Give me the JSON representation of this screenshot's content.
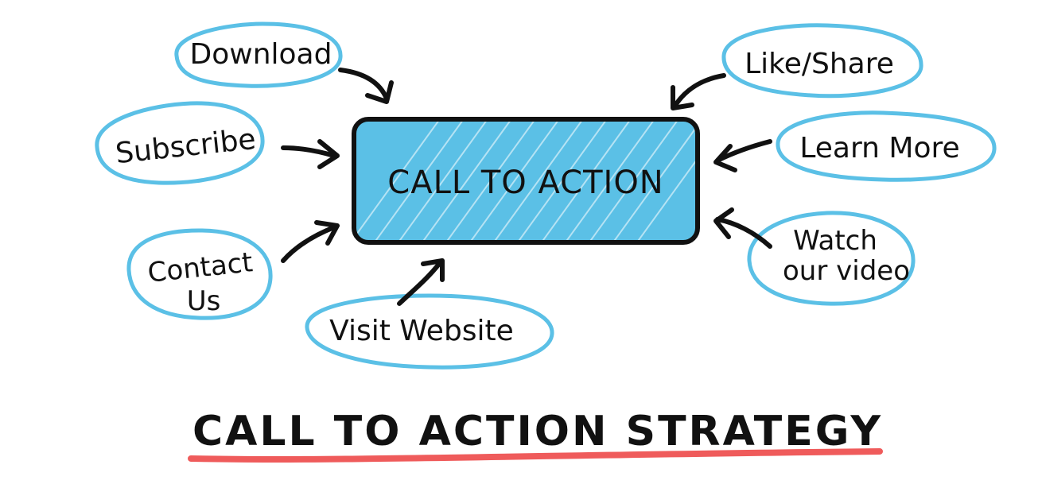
{
  "center": {
    "label": "CALL TO ACTION"
  },
  "nodes": {
    "download": "Download",
    "like_share": "Like/Share",
    "subscribe": "Subscribe",
    "learn_more": "Learn More",
    "contact_us_line1": "Contact",
    "contact_us_line2": "Us",
    "watch_video_line1": "Watch",
    "watch_video_line2": "our video",
    "visit_website": "Visit Website"
  },
  "title": "CALL TO ACTION STRATEGY",
  "colors": {
    "oval_stroke": "#5bc0e6",
    "center_fill": "#5bc0e6",
    "underline": "#ef5b5b",
    "ink": "#111111"
  }
}
